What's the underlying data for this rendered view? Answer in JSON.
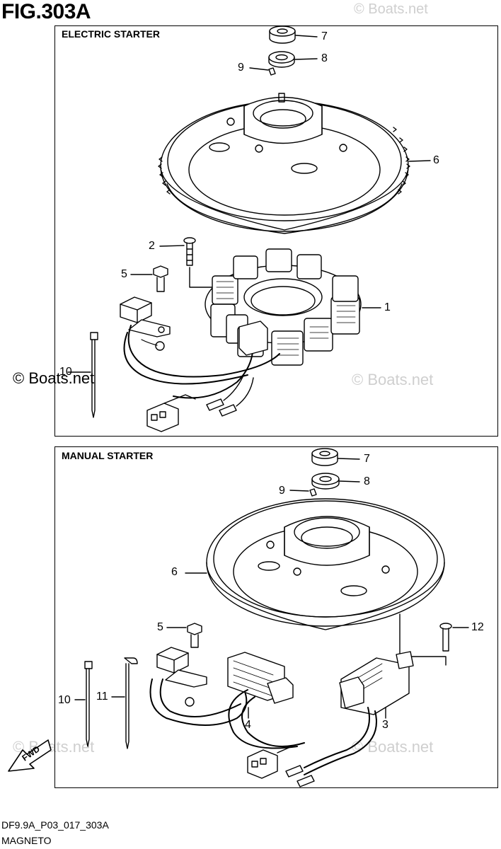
{
  "figure": {
    "title": "FIG.303A"
  },
  "watermarks": {
    "top": "© Boats.net",
    "mid_left": "© Boats.net",
    "mid_right": "© Boats.net",
    "bottom_left": "© Boats.net",
    "bottom_right": "© Boats.net"
  },
  "electric_panel": {
    "label": "ELECTRIC STARTER",
    "callouts": {
      "c7": "7",
      "c8": "8",
      "c9": "9",
      "c6": "6",
      "c2": "2",
      "c5": "5",
      "c1": "1",
      "c10": "10"
    }
  },
  "manual_panel": {
    "label": "MANUAL STARTER",
    "callouts": {
      "c7": "7",
      "c8": "8",
      "c9": "9",
      "c6": "6",
      "c5": "5",
      "c12": "12",
      "c10": "10",
      "c11": "11",
      "c4": "4",
      "c3": "3"
    }
  },
  "fwd_label": "FWD",
  "footer": {
    "code": "DF9.9A_P03_017_303A",
    "name": "MAGNETO"
  }
}
